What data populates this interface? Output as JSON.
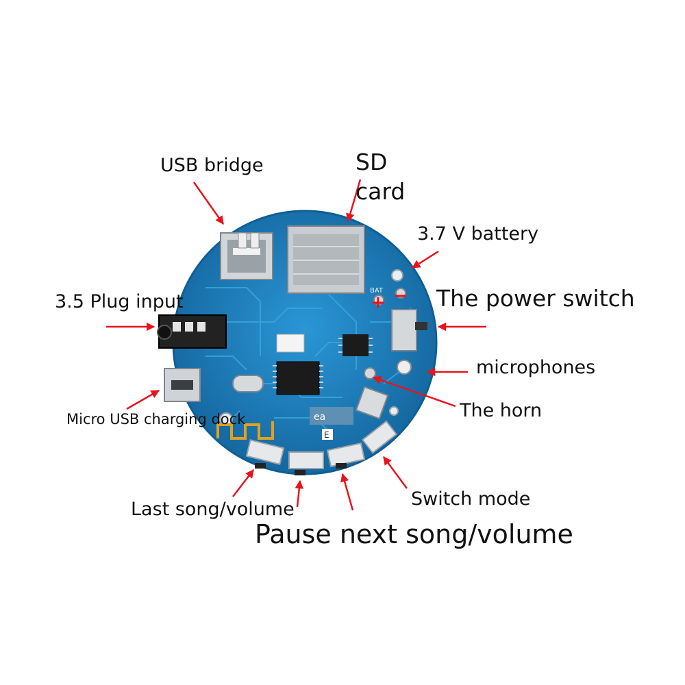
{
  "labels": {
    "usb_bridge": "USB bridge",
    "sd_card_line1": "SD",
    "sd_card_line2": "card",
    "battery": "3.7 V battery",
    "power_switch": "The power switch",
    "plug_input": "3.5 Plug input",
    "microphones": "microphones",
    "horn": "The horn",
    "micro_usb": "Micro USB charging dock",
    "last_song": "Last song/volume",
    "switch_mode": "Switch mode",
    "pause_next": "Pause next song/volume"
  },
  "board_marks": {
    "plus": "+",
    "minus": "−",
    "bat": "BAT",
    "chip_tag": "ea",
    "e_mark": "E"
  },
  "colors": {
    "arrow": "#e8141c",
    "board": "#1f86c4",
    "board_dark": "#0d5f96",
    "trace": "#3aa6dd",
    "metal": "#c9ccd0",
    "text": "#111111"
  }
}
